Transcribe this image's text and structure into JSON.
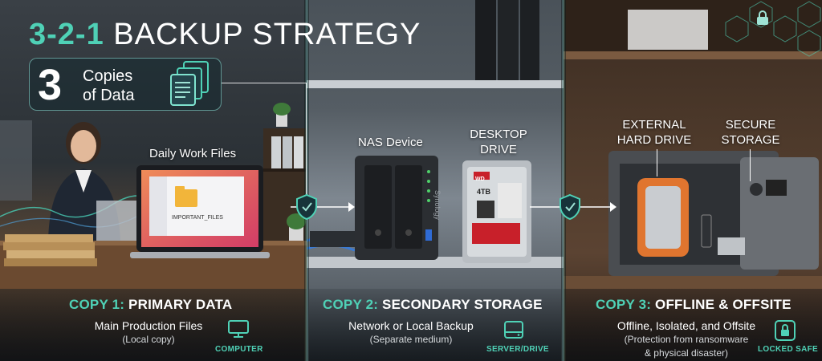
{
  "title": {
    "accent": "3-2-1",
    "main": " BACKUP STRATEGY"
  },
  "copies": {
    "number": "3",
    "line1": "Copies",
    "line2": "of Data",
    "icon": "documents-icon"
  },
  "scenes": {
    "work_files": "Daily Work Files",
    "folder_label": "IMPORTANT_FILES",
    "nas": "NAS Device",
    "desktop_drive_1": "DESKTOP",
    "desktop_drive_2": "DRIVE",
    "external_1": "EXTERNAL",
    "external_2": "HARD DRIVE",
    "secure_1": "SECURE",
    "secure_2": "STORAGE",
    "nas_brand": "Synology",
    "hdd_brand": "WD",
    "hdd_capacity": "4TB"
  },
  "copy1": {
    "num": "COPY 1:",
    "name": " PRIMARY DATA",
    "line1": "Main Production Files",
    "line2": "(Local copy)",
    "badge": "COMPUTER",
    "badge_icon": "monitor-icon"
  },
  "copy2": {
    "num": "COPY 2:",
    "name": " SECONDARY STORAGE",
    "line1": "Network or Local Backup",
    "line2": "(Separate medium)",
    "badge": "SERVER/DRIVE",
    "badge_icon": "hard-drive-icon"
  },
  "copy3": {
    "num": "COPY 3:",
    "name": " OFFLINE & OFFSITE",
    "line1": "Offline, Isolated, and Offsite",
    "line2": "(Protection from ransomware",
    "line3": "& physical disaster)",
    "badge": "LOCKED SAFE",
    "badge_icon": "lock-icon"
  },
  "colors": {
    "accent": "#4fd1b6",
    "drive_orange": "#e0752f",
    "hdd_red": "#c8202a"
  }
}
